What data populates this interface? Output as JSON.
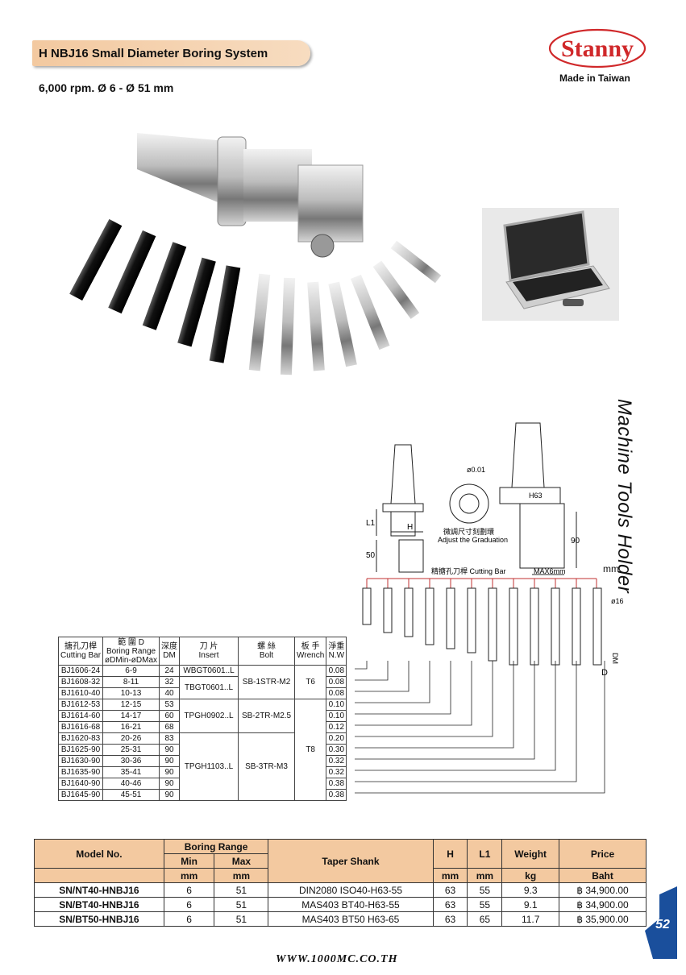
{
  "header": {
    "title": "H NBJ16 Small Diameter Boring System",
    "subtitle": "6,000 rpm. Ø 6 - Ø 51 mm",
    "brand": "Stanny",
    "made_in": "Made in Taiwan"
  },
  "side_label": "Machine Tools Holder",
  "diagram": {
    "precision": "ø0.01",
    "grad_cn": "微調尺寸刻劃環",
    "grad_en": "Adjust the Graduation",
    "h_label": "H",
    "l1_label": "L1",
    "d50_label": "50",
    "h63_label": "H63",
    "d90_label": "90",
    "cutting_bar": "精搪孔刀桿  Cutting Bar",
    "max_label": "MAX6mm",
    "mm_label": "mm",
    "o16": "ø16",
    "dm_label": "DM",
    "d_label": "D"
  },
  "spec_table": {
    "headers": [
      {
        "cn": "搪孔刀桿",
        "en": "Cutting Bar"
      },
      {
        "cn": "範 圍 D",
        "en": "Boring Range",
        "en2": "øDMin-øDMax"
      },
      {
        "cn": "深度",
        "en": "DM"
      },
      {
        "cn": "刀 片",
        "en": "Insert"
      },
      {
        "cn": "螺 絲",
        "en": "Bolt"
      },
      {
        "cn": "板 手",
        "en": "Wrench"
      },
      {
        "cn": "淨重",
        "en": "N.W"
      }
    ],
    "rows": [
      {
        "bar": "BJ1606-24",
        "range": "6-9",
        "dm": "24",
        "nw": "0.08"
      },
      {
        "bar": "BJ1608-32",
        "range": "8-11",
        "dm": "32",
        "nw": "0.08"
      },
      {
        "bar": "BJ1610-40",
        "range": "10-13",
        "dm": "40",
        "nw": "0.08"
      },
      {
        "bar": "BJ1612-53",
        "range": "12-15",
        "dm": "53",
        "nw": "0.10"
      },
      {
        "bar": "BJ1614-60",
        "range": "14-17",
        "dm": "60",
        "nw": "0.10"
      },
      {
        "bar": "BJ1616-68",
        "range": "16-21",
        "dm": "68",
        "nw": "0.12"
      },
      {
        "bar": "BJ1620-83",
        "range": "20-26",
        "dm": "83",
        "nw": "0.20"
      },
      {
        "bar": "BJ1625-90",
        "range": "25-31",
        "dm": "90",
        "nw": "0.30"
      },
      {
        "bar": "BJ1630-90",
        "range": "30-36",
        "dm": "90",
        "nw": "0.32"
      },
      {
        "bar": "BJ1635-90",
        "range": "35-41",
        "dm": "90",
        "nw": "0.32"
      },
      {
        "bar": "BJ1640-90",
        "range": "40-46",
        "dm": "90",
        "nw": "0.38"
      },
      {
        "bar": "BJ1645-90",
        "range": "45-51",
        "dm": "90",
        "nw": "0.38"
      }
    ],
    "inserts": [
      "WBGT0601..L",
      "TBGT0601..L",
      "TPGH0902..L",
      "TPGH1103..L"
    ],
    "bolts": [
      "SB-1STR-M2",
      "SB-2TR-M2.5",
      "SB-3TR-M3"
    ],
    "wrenches": [
      "T6",
      "T8"
    ]
  },
  "price_table": {
    "h_model": "Model No.",
    "h_boring": "Boring Range",
    "h_min": "Min",
    "h_max": "Max",
    "h_taper": "Taper Shank",
    "h_h": "H",
    "h_l1": "L1",
    "h_weight": "Weight",
    "h_price": "Price",
    "u_mm": "mm",
    "u_kg": "kg",
    "u_baht": "Baht",
    "rows": [
      {
        "model": "SN/NT40-HNBJ16",
        "min": "6",
        "max": "51",
        "taper": "DIN2080 ISO40-H63-55",
        "h": "63",
        "l1": "55",
        "weight": "9.3",
        "price": "฿ 34,900.00"
      },
      {
        "model": "SN/BT40-HNBJ16",
        "min": "6",
        "max": "51",
        "taper": "MAS403 BT40-H63-55",
        "h": "63",
        "l1": "55",
        "weight": "9.1",
        "price": "฿ 34,900.00"
      },
      {
        "model": "SN/BT50-HNBJ16",
        "min": "6",
        "max": "51",
        "taper": "MAS403 BT50 H63-65",
        "h": "63",
        "l1": "65",
        "weight": "11.7",
        "price": "฿ 35,900.00"
      }
    ]
  },
  "page_number": "52",
  "footer": "WWW.1000MC.CO.TH",
  "colors": {
    "accent": "#f3c9a0",
    "brand_red": "#d0282a",
    "leader_red": "#c03030",
    "tab_blue": "#1a4f9c"
  }
}
